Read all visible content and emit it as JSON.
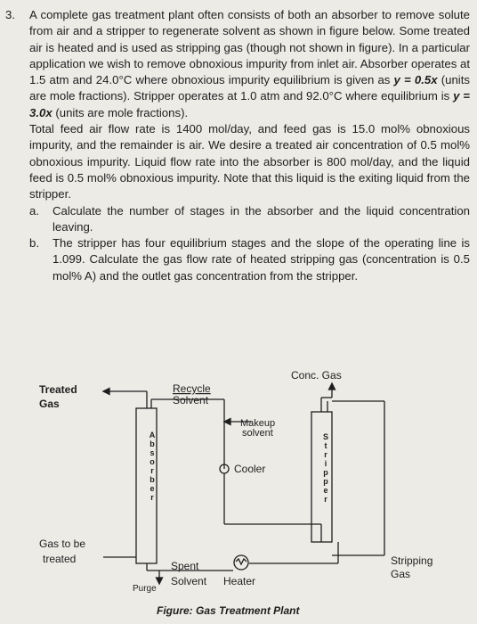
{
  "question": {
    "number": "3.",
    "intro": "A complete gas treatment plant often consists of both an absorber to remove solute from air and a stripper to regenerate solvent as shown in figure below. Some treated air is heated and is used as stripping gas (though not shown in figure). In a particular application we wish to remove obnoxious impurity from inlet air. Absorber operates at 1.5 atm and 24.0°C where obnoxious impurity equilibrium is given as",
    "absorber_eq": "y = 0.5x",
    "mid": "(units are mole fractions). Stripper operates at 1.0 atm and 92.0°C where equilibrium is",
    "stripper_eq": "y = 3.0x",
    "end": "(units are mole fractions).",
    "paragraph2": "Total feed air flow rate is 1400 mol/day, and feed gas is 15.0 mol% obnoxious impurity, and the remainder is air. We desire a treated air concentration of 0.5 mol% obnoxious impurity. Liquid flow rate into the absorber is 800 mol/day, and the liquid feed is 0.5 mol% obnoxious impurity. Note that this liquid is the exiting liquid from the stripper.",
    "parts": [
      {
        "label": "a.",
        "text": "Calculate the number of stages in the absorber and the liquid concentration leaving."
      },
      {
        "label": "b.",
        "text": "The stripper has four equilibrium stages and the slope of the operating line is 1.099. Calculate the gas flow rate of heated stripping gas (concentration is 0.5 mol% A) and the outlet gas concentration from the stripper."
      }
    ]
  },
  "figure": {
    "conc_gas": "Conc. Gas",
    "treated_gas": [
      "Treated",
      "Gas"
    ],
    "recycle_solvent": [
      "Recycle",
      "Solvent"
    ],
    "makeup_solvent": [
      "Makeup",
      "solvent"
    ],
    "absorber_letters": [
      "A",
      "b",
      "s",
      "o",
      "r",
      "b",
      "e",
      "r"
    ],
    "stripper_letters": [
      "S",
      "t",
      "r",
      "i",
      "p",
      "p",
      "e",
      "r"
    ],
    "cooler": "Cooler",
    "gas_to_be_treated": [
      "Gas to be",
      "treated"
    ],
    "stripping_gas": [
      "Stripping",
      "Gas"
    ],
    "spent_solvent": [
      "Spent",
      "Solvent"
    ],
    "heater": "Heater",
    "purge": "Purge",
    "caption": "Figure: Gas Treatment Plant"
  }
}
